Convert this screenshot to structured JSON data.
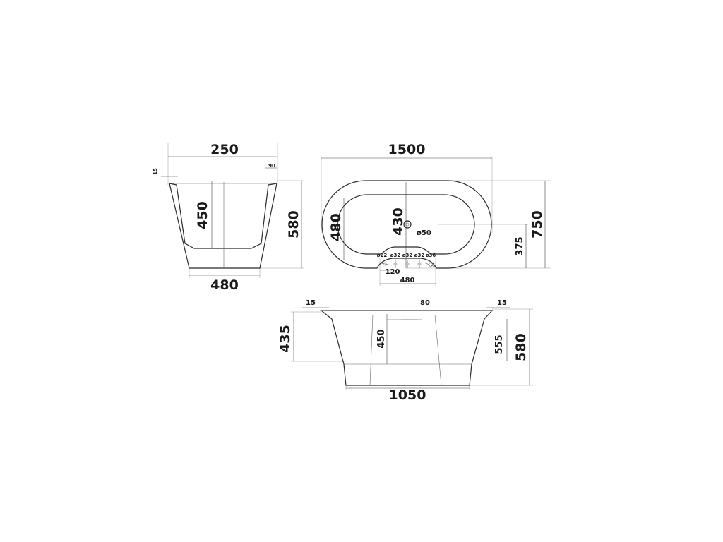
{
  "views": {
    "side": {
      "top_width": "250",
      "rim": "90",
      "edge": "15",
      "inner_depth": "450",
      "height": "580",
      "bottom_width": "480"
    },
    "top": {
      "length": "1500",
      "inner_width": "480",
      "inner_depth": "430",
      "width": "750",
      "half_width": "375",
      "drain": "ø50",
      "tap_offset": "120",
      "tap_spacing": "480",
      "taps": [
        "ø22",
        "ø32",
        "ø32",
        "ø32",
        "ø36"
      ]
    },
    "front": {
      "edge_left": "15",
      "edge_right": "15",
      "overflow": "80",
      "height_left": "435",
      "inner_depth": "450",
      "height_mid": "555",
      "height_right": "580",
      "bottom_length": "1050"
    }
  }
}
